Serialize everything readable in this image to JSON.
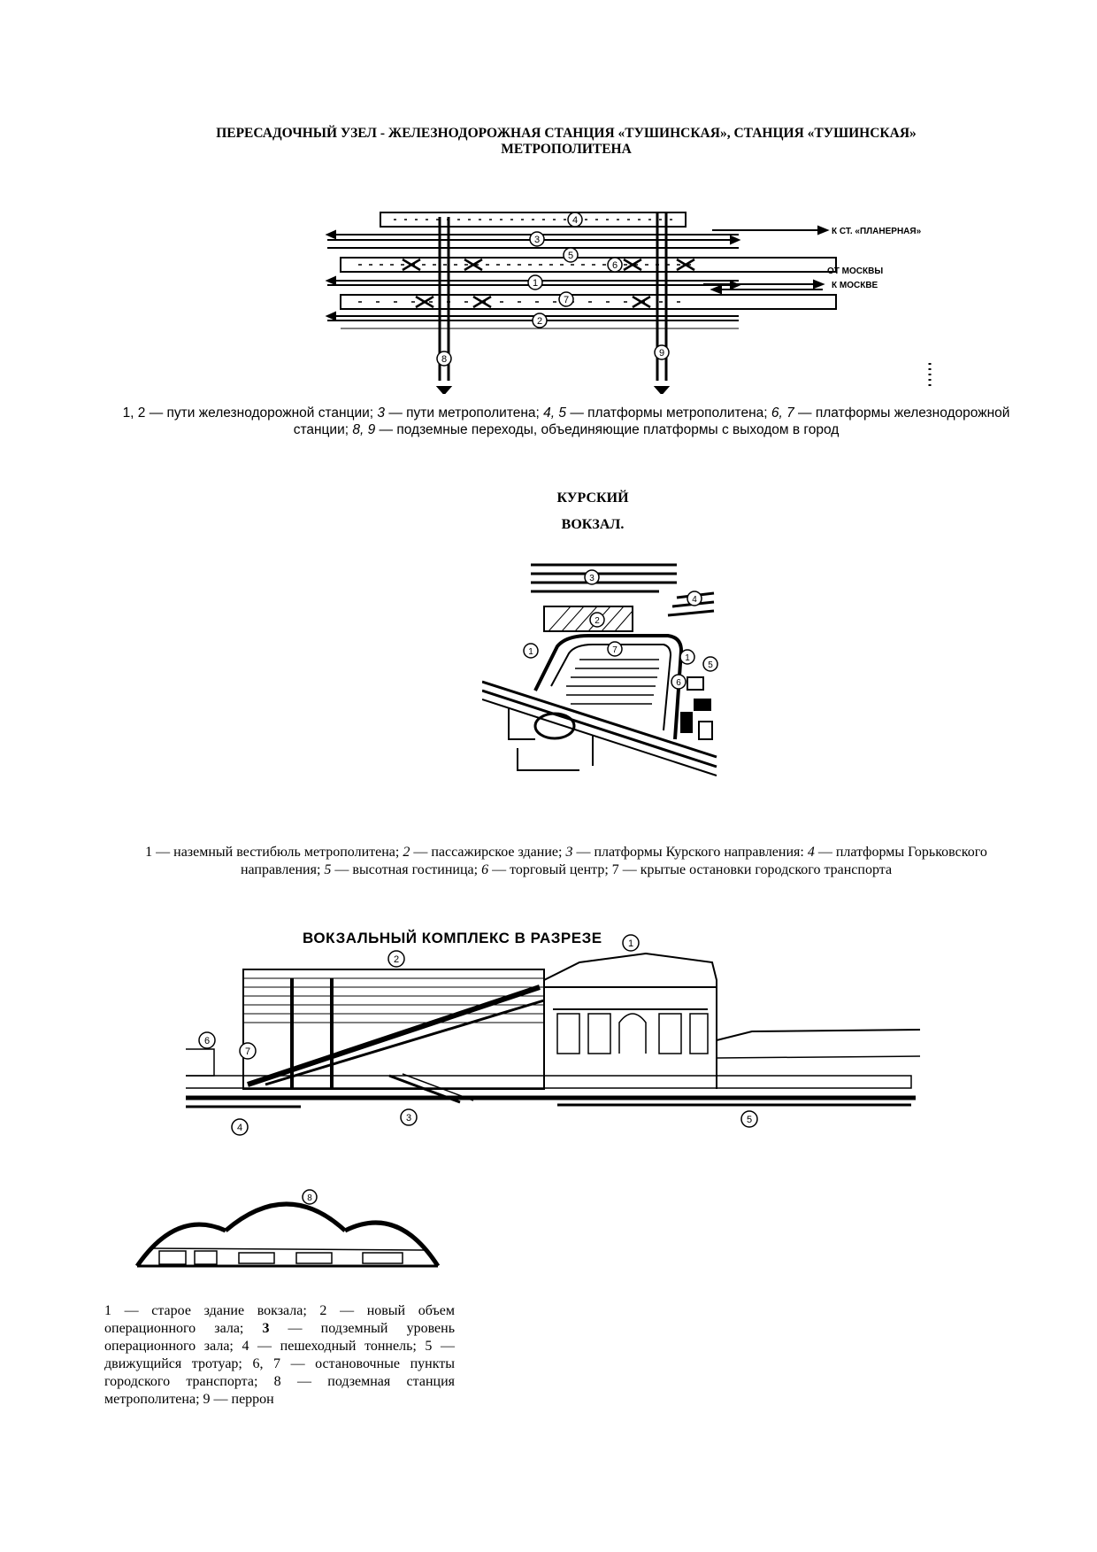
{
  "tushino": {
    "title_line1": "ПЕРЕСАДОЧНЫЙ УЗЕЛ - ЖЕЛЕЗНОДОРОЖНАЯ СТАНЦИЯ «ТУШИНСКАЯ», СТАНЦИЯ «ТУШИНСКАЯ»",
    "title_line2": "МЕТРОПОЛИТЕНА",
    "labels": {
      "to_planernaya": "К СТ. «ПЛАНЕРНАЯ»",
      "from_moscow": "ОТ МОСКВЫ",
      "to_moscow": "К МОСКВЕ"
    },
    "markers": [
      "1",
      "2",
      "3",
      "4",
      "5",
      "6",
      "7",
      "8",
      "9"
    ],
    "caption": {
      "p1": "1, 2 — пути железнодорожной станции; ",
      "i1": "3",
      "p2": " — пути метрополитена; ",
      "i2": "4, 5",
      "p3": " — платформы метрополитена; ",
      "i3": "6, 7",
      "p4": " — платформы железнодорожной станции; ",
      "i4": "8, 9",
      "p5": " — подземные переходы, объединяющие платформы с выходом в город"
    }
  },
  "kursk": {
    "title_line1": "КУРСКИЙ",
    "title_line2": "ВОКЗАЛ.",
    "markers": [
      "1",
      "2",
      "3",
      "4",
      "5",
      "6",
      "7"
    ],
    "caption": {
      "p1": "1 — наземный вестибюль метрополитена; ",
      "i1": "2",
      "p2": " — пассажирское здание; ",
      "i2": "3",
      "p3": " — платформы Курского направления: ",
      "i3": "4",
      "p4": " — платформы Горьковского направления; ",
      "i4": "5",
      "p5": " — высотная гостиница; ",
      "i5": "6",
      "p6": " — торговый центр; 7 — крытые остановки городского транспорта"
    }
  },
  "section": {
    "heading": "ВОКЗАЛЬНЫЙ КОМПЛЕКС В РАЗРЕЗЕ",
    "markers": [
      "1",
      "2",
      "3",
      "4",
      "5",
      "6",
      "7",
      "8"
    ],
    "caption": {
      "p1": "1 — старое здание вокзала; 2 — новый объем операционного зала; ",
      "b1": "3",
      "p2": " — подземный уровень операционного зала; 4 — пешеходный тоннель; 5 — движущийся тротуар; 6, 7 — остановочные пункты городского транспорта; 8 — подземная станция метрополитена; 9 — перрон"
    }
  }
}
